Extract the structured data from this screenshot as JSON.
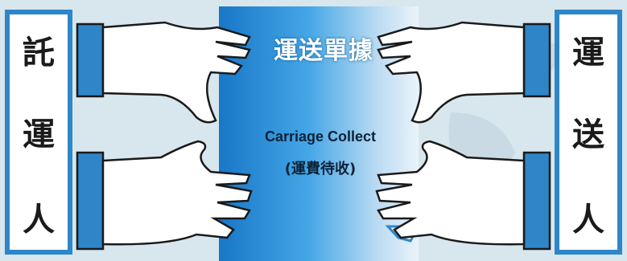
{
  "document": {
    "title": "運送單據",
    "line_en": "Carriage Collect",
    "line_zh": "(運費待收)"
  },
  "shipper": {
    "chars": [
      "託",
      "運",
      "人"
    ]
  },
  "carrier": {
    "chars": [
      "運",
      "送",
      "人"
    ]
  },
  "colors": {
    "frame_blue": "#2e86c9",
    "document_blue": "#3a9be0",
    "background": "#d8e6ee"
  },
  "icons": [
    "hand-icon",
    "document-icon"
  ]
}
